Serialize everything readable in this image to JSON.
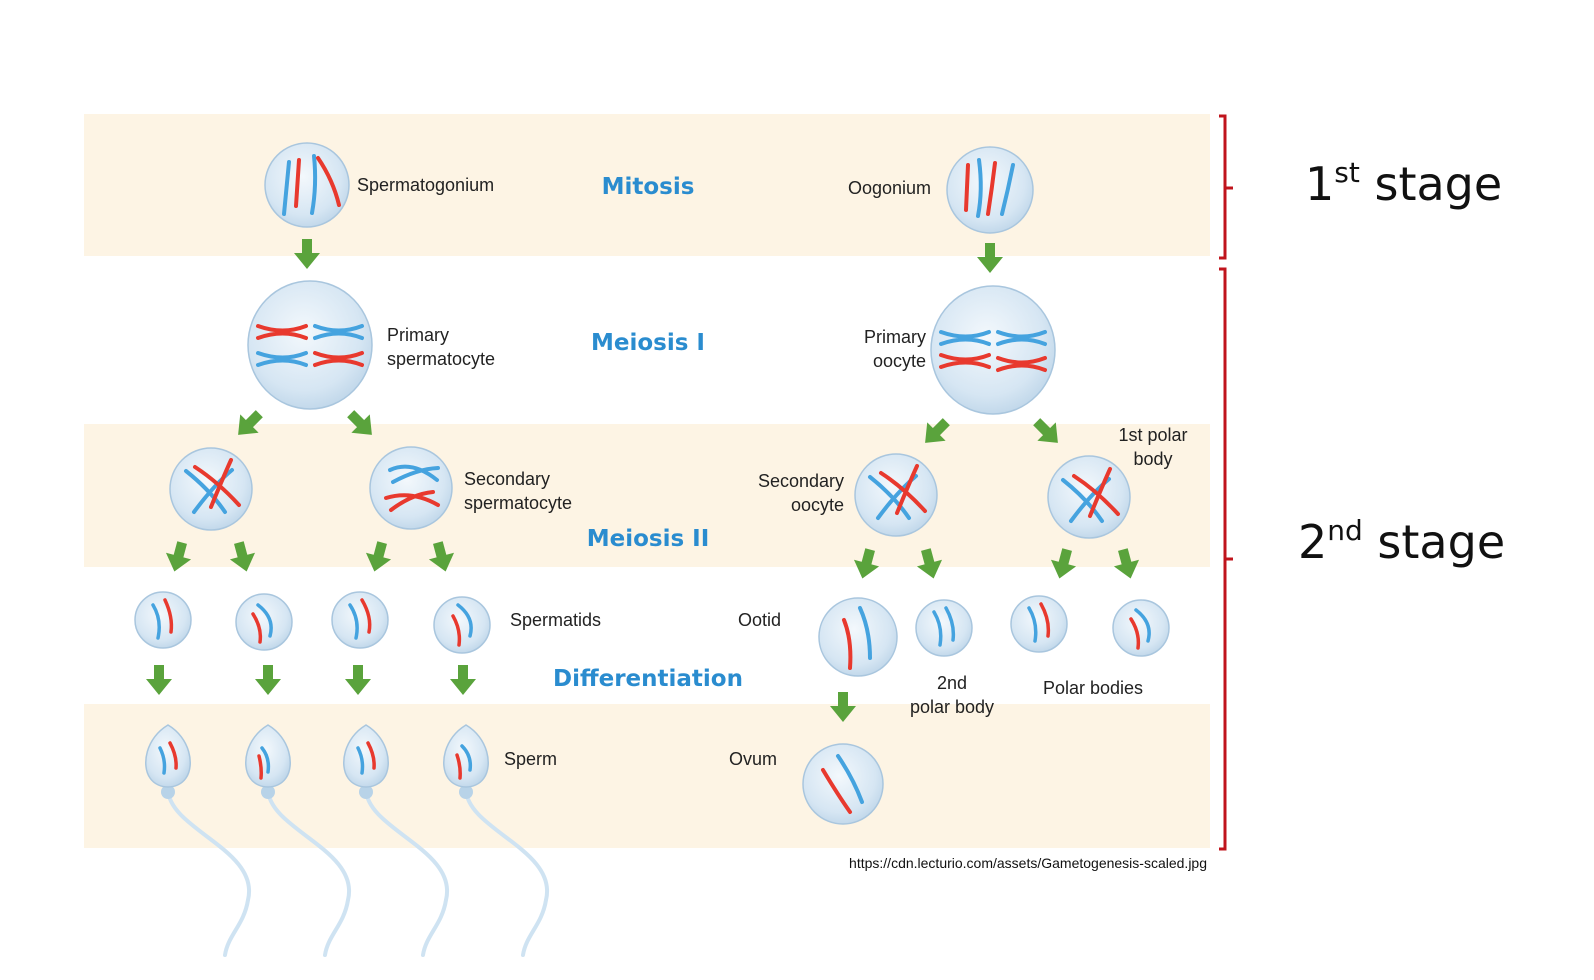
{
  "phases": {
    "mitosis": "Mitosis",
    "meiosis1": "Meiosis I",
    "meiosis2": "Meiosis II",
    "differentiation": "Differentiation"
  },
  "labels": {
    "spermatogonium": "Spermatogonium",
    "oogonium": "Oogonium",
    "primary_spermatocyte_1": "Primary",
    "primary_spermatocyte_2": "spermatocyte",
    "primary_oocyte_1": "Primary",
    "primary_oocyte_2": "oocyte",
    "secondary_spermatocyte_1": "Secondary",
    "secondary_spermatocyte_2": "spermatocyte",
    "secondary_oocyte_1": "Secondary",
    "secondary_oocyte_2": "oocyte",
    "first_polar_body_1": "1st polar",
    "first_polar_body_2": "body",
    "spermatids": "Spermatids",
    "ootid": "Ootid",
    "second_polar_body_1": "2nd",
    "second_polar_body_2": "polar body",
    "polar_bodies": "Polar bodies",
    "sperm": "Sperm",
    "ovum": "Ovum"
  },
  "stages": {
    "first_num": "1",
    "first_sup": "st",
    "first_word": " stage",
    "second_num": "2",
    "second_sup": "nd",
    "second_word": " stage"
  },
  "source": "https://cdn.lecturio.com/assets/Gametogenesis-scaled.jpg",
  "colors": {
    "band": "#fdf4e4",
    "arrow": "#5aa33c",
    "chromosome_red": "#e8392e",
    "chromosome_blue": "#45a3df",
    "bracket": "#c0141c",
    "phase_text": "#2a8ccf"
  }
}
